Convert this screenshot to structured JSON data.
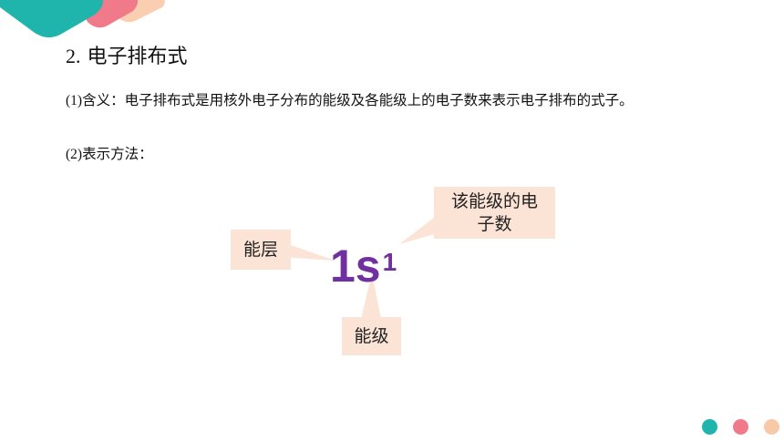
{
  "heading": {
    "number": "2.",
    "title": "电子排布式"
  },
  "definition": {
    "marker": "(1)",
    "text": "含义：电子排布式是用核外电子分布的能级及各能级上的电子数来表示电子排布的式子。"
  },
  "method": {
    "marker": "(2)",
    "text": "表示方法："
  },
  "diagram": {
    "symbol_main": "1s",
    "symbol_superscript": "1",
    "label_layer": "能层",
    "label_count_line1": "该能级的电",
    "label_count_line2": "子数",
    "label_sublevel": "能级"
  },
  "colors": {
    "teal": "#1fb5ad",
    "pink": "#f17a8a",
    "peach": "#f8c9a8",
    "label_bg": "#fbe3d6",
    "symbol": "#7030a0"
  }
}
